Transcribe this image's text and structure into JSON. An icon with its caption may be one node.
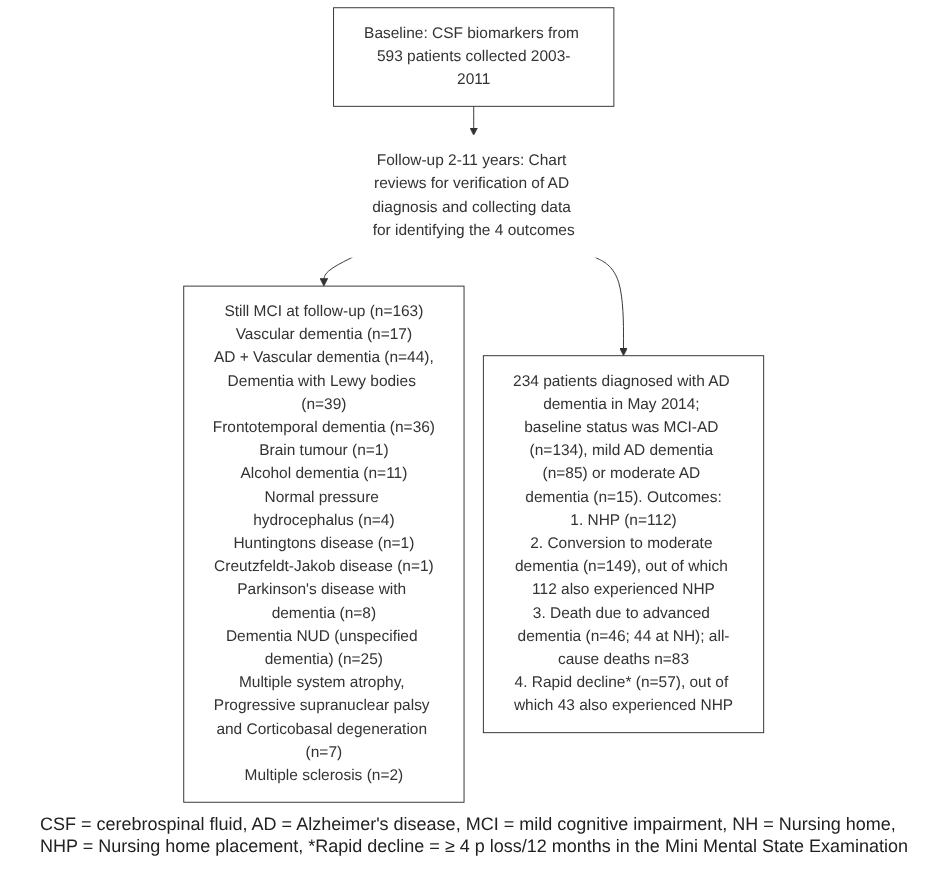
{
  "diagram": {
    "caption": "CSF = cerebrospinal fluid, AD = Alzheimer's disease, MCI = mild cognitive impairment, NH = Nursing home, NHP = Nursing home placement, *Rapid decline = ≥ 4 p loss/12 months in the Mini Mental State Examination",
    "nodes": [
      {
        "text": [
          "Baseline: CSF biomarkers from 593 patients collected 2003-2011"
        ]
      },
      {
        "text": [
          "Follow-up 2-11 years: Chart reviews for verification of AD diagnosis and collecting data for identifying the 4 outcomes"
        ]
      },
      {
        "text": [
          "Still MCI at follow-up (n=163)",
          "Vascular dementia (n=17)",
          "AD + Vascular dementia (n=44),",
          "Dementia with Lewy bodies (n=39)",
          "Frontotemporal dementia (n=36)",
          "Brain tumour (n=1)",
          "Alcohol dementia (n=11)",
          "Normal pressure hydrocephalus (n=4)",
          "Huntingtons disease (n=1)",
          "Creutzfeldt-Jakob disease (n=1)",
          "Parkinson's disease with dementia (n=8)",
          "Dementia NUD (unspecified dementia) (n=25)",
          "Multiple system atrophy, Progressive supranuclear palsy and Corticobasal degeneration (n=7)",
          "Multiple sclerosis (n=2)"
        ]
      },
      {
        "text": [
          "234 patients diagnosed with AD dementia in May 2014; baseline status was MCI-AD (n=134), mild AD dementia (n=85) or moderate AD dementia (n=15). Outcomes:",
          "1. NHP (n=112)",
          "2. Conversion to moderate dementia (n=149), out of which 112 also experienced NHP",
          "3. Death due to advanced dementia (n=46; 44 at NH); all-cause deaths n=83",
          "4. Rapid decline* (n=57), out of which 43 also experienced NHP"
        ]
      }
    ],
    "edges": [
      {
        "from": 0,
        "to": 1,
        "arrow": "to"
      },
      {
        "from": 1,
        "to": 2,
        "arrow": "to"
      },
      {
        "from": 1,
        "to": 3,
        "arrow": "to"
      }
    ]
  }
}
